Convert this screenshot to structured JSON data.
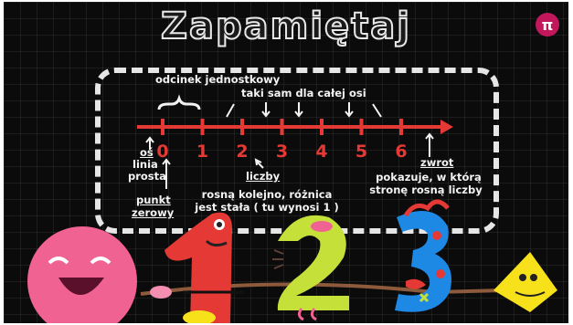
{
  "title": "Zapamiętaj",
  "badge": "π",
  "labels": {
    "unit_segment": "odcinek jednostkowy",
    "same_for_axis": "taki sam dla całej osi",
    "axis": "oś",
    "line": "linia",
    "straight": "prosta",
    "point": "punkt",
    "zero": "zerowy",
    "numbers": "liczby",
    "numbers_desc_1": "rosną kolejno, różnica",
    "numbers_desc_2": "jest stała ( tu wynosi 1 )",
    "direction": "zwrot",
    "direction_desc_1": "pokazuje, w którą",
    "direction_desc_2": "stronę rosną liczby"
  },
  "ticks": [
    "0",
    "1",
    "2",
    "3",
    "4",
    "5",
    "6"
  ],
  "colors": {
    "axis": "#e53935",
    "chalk": "#f2f2f2",
    "pink": "#f06292",
    "red_one": "#e53935",
    "green_two": "#c6e03a",
    "blue_three": "#1e88e5",
    "yellow_arrow": "#f7e11b"
  }
}
